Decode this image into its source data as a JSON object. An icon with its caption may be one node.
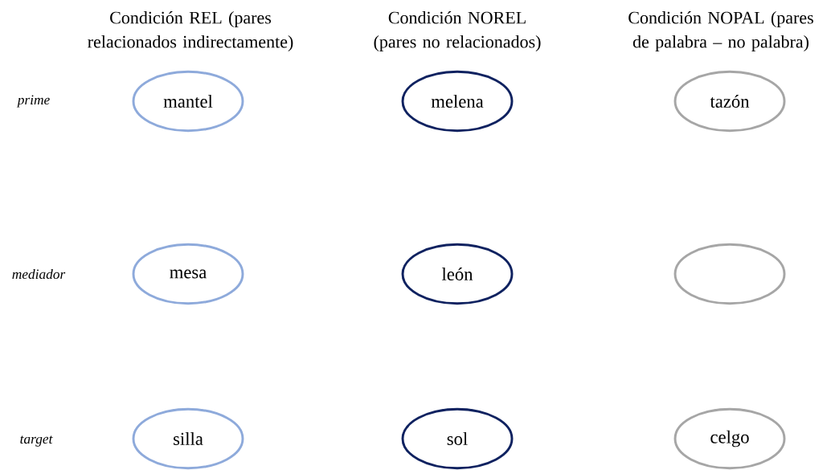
{
  "diagram": {
    "nodes": [
      {
        "text": [
          "mantel"
        ]
      },
      {
        "text": [
          "melena"
        ]
      },
      {
        "text": [
          "tazón"
        ]
      },
      {
        "text": [
          "mesa"
        ]
      },
      {
        "text": [
          "león"
        ]
      },
      {
        "text": [],
        "shape": "circle"
      },
      {
        "text": [
          "silla"
        ]
      },
      {
        "text": [
          "sol"
        ]
      },
      {
        "text": [
          "celgo"
        ]
      }
    ],
    "labels": [
      "Condición REL (pares relacionados indirectamente)",
      "Condición NOREL (pares no relacionados)",
      "Condición NOPAL (pares de palabra – no palabra)",
      "prime",
      "mediador",
      "target"
    ]
  }
}
